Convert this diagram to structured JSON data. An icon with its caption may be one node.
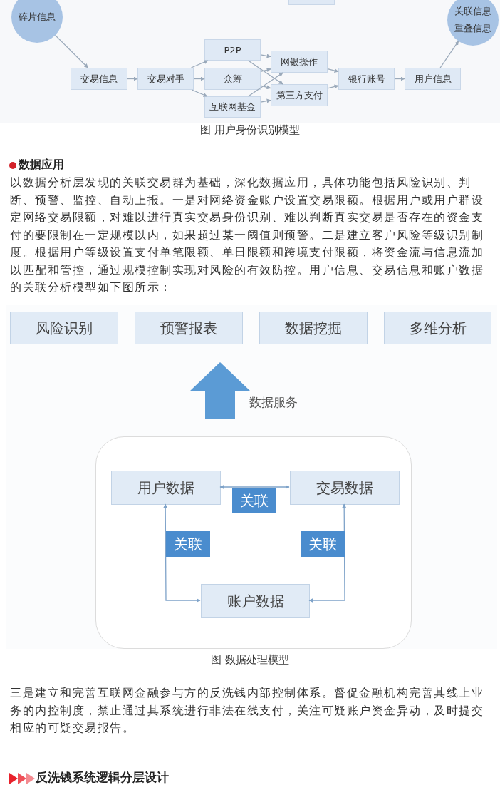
{
  "diagram": {
    "nodes": [
      {
        "text": [],
        "shape": "box"
      },
      {
        "text": [
          "碎片信息"
        ]
      },
      {
        "text": [
          "关联信息",
          "重叠信息"
        ]
      },
      {
        "text": [
          "交易信息"
        ]
      },
      {
        "text": [
          "交易对手"
        ]
      },
      {
        "text": [
          "P2P"
        ]
      },
      {
        "text": [
          "众筹"
        ]
      },
      {
        "text": [
          "互联网基金"
        ]
      },
      {
        "text": [
          "网银操作"
        ]
      },
      {
        "text": [
          "第三方支付"
        ]
      },
      {
        "text": [
          "银行账号"
        ]
      },
      {
        "text": [
          "用户信息"
        ]
      },
      {
        "text": [
          "风险识别"
        ]
      },
      {
        "text": [
          "预警报表"
        ]
      },
      {
        "text": [
          "数据挖掘"
        ]
      },
      {
        "text": [
          "多维分析"
        ]
      },
      {
        "text": [],
        "shape": "box"
      },
      {
        "text": [
          "用户数据"
        ],
        "in": 16
      },
      {
        "text": [
          "交易数据"
        ],
        "in": 16
      },
      {
        "text": [
          "账户数据"
        ],
        "in": 16
      }
    ],
    "edges": [
      {
        "from": 1,
        "to": 3,
        "arrow": "to"
      },
      {
        "from": 3,
        "to": 4,
        "arrow": "to"
      },
      {
        "from": 4,
        "to": 5,
        "arrow": "to"
      },
      {
        "from": 4,
        "to": 6,
        "arrow": "to"
      },
      {
        "from": 4,
        "to": 7,
        "arrow": "to"
      },
      {
        "from": 5,
        "to": 8,
        "arrow": "to"
      },
      {
        "from": 5,
        "to": 9,
        "arrow": "to"
      },
      {
        "from": 6,
        "to": 8,
        "arrow": "to"
      },
      {
        "from": 6,
        "to": 9,
        "arrow": "to"
      },
      {
        "from": 7,
        "to": 8,
        "arrow": "to"
      },
      {
        "from": 7,
        "to": 9,
        "arrow": "to"
      },
      {
        "from": 8,
        "to": 10,
        "arrow": "to"
      },
      {
        "from": 9,
        "to": 10,
        "arrow": "to"
      },
      {
        "from": 10,
        "to": 11,
        "arrow": "to"
      },
      {
        "from": 11,
        "to": 2,
        "arrow": "to"
      },
      {
        "from": 16,
        "to": null,
        "arrow": "to",
        "label": "数据服务",
        "style": "thick",
        "color": "#5b9bd5"
      },
      {
        "from": 17,
        "to": 18,
        "arrow": "both",
        "label": "关联"
      },
      {
        "from": 17,
        "to": 19,
        "arrow": "both",
        "label": "关联"
      },
      {
        "from": 18,
        "to": 19,
        "arrow": "both",
        "label": "关联"
      }
    ],
    "labels": [
      "图 用户身份识别模型",
      "数据应用",
      "以数据分析层发现的关联交易群为基础，深化数据应用，具体功能包括风险识别、判断、预警、监控、自动上报。一是对网络资金账户设置交易限额。根据用户或用户群设定网络交易限额，对难以进行真实交易身份识别、难以判断真实交易是否存在的资金支付的要限制在一定规模以内，如果超过某一阈值则预警。二是建立客户风险等级识别制度。根据用户等级设置支付单笔限额、单日限额和跨境支付限额，将资金流与信息流加以匹配和管控，通过规模控制实现对风险的有效防控。用户信息、交易信息和账户数据的关联分析模型如下图所示：",
      "图 数据处理模型",
      "三是建立和完善互联网金融参与方的反洗钱内部控制体系。督促金融机构完善其线上业务的内控制度，禁止通过其系统进行非法在线支付，关注可疑账户资金异动，及时提交相应的可疑交易报告。",
      "反洗钱系统逻辑分层设计"
    ]
  }
}
